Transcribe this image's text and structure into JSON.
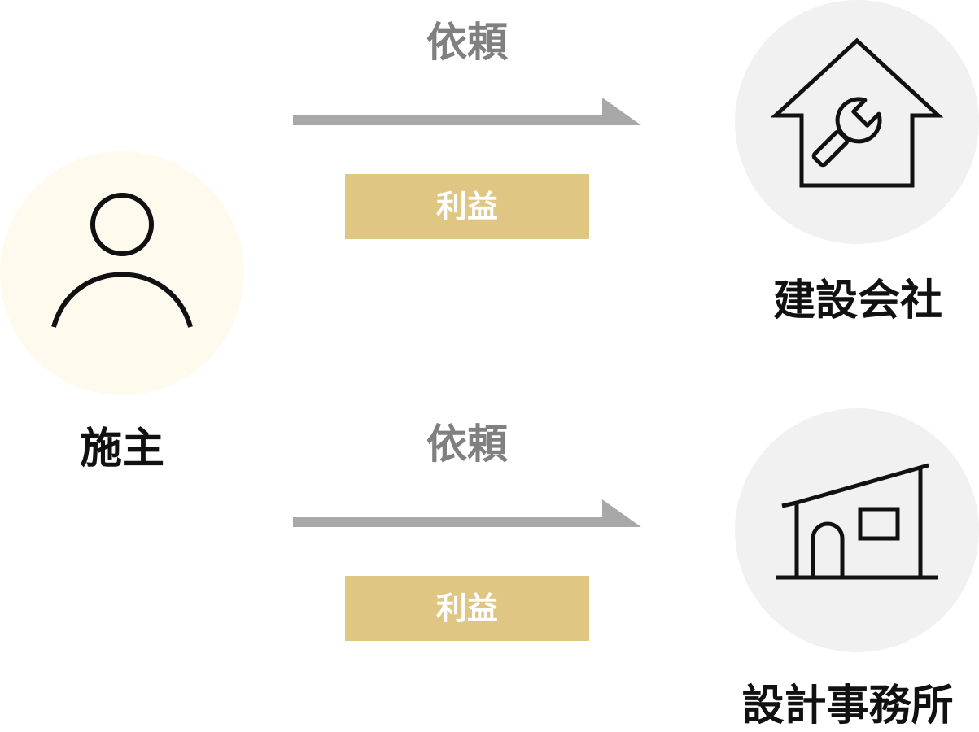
{
  "client": {
    "label": "施主",
    "icon": "person-icon",
    "circle_color": "#fefbee"
  },
  "relations": [
    {
      "request_label": "依頼",
      "profit_label": "利益",
      "target": {
        "label": "建設会社",
        "icon": "house-wrench-icon"
      }
    },
    {
      "request_label": "依頼",
      "profit_label": "利益",
      "target": {
        "label": "設計事務所",
        "icon": "office-building-icon"
      }
    }
  ],
  "colors": {
    "arrow": "#a8a8a8",
    "request_text": "#808080",
    "profit_box": "#e0c683",
    "profit_text": "#ffffff",
    "entity_circle": "#f1f1f1",
    "label_text": "#111111"
  }
}
